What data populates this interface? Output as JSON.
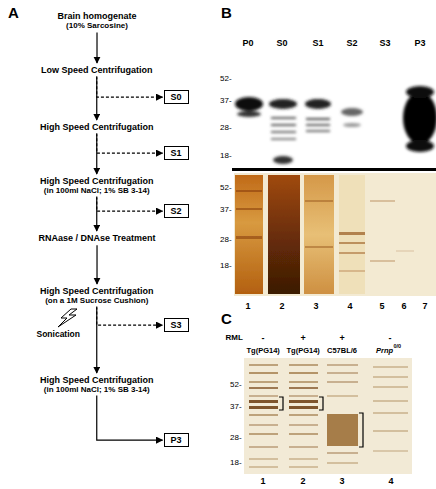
{
  "diagram": {
    "nodes": [
      {
        "text": [
          "Brain homogenate",
          "(10% Sarcosine)"
        ]
      },
      {
        "text": [
          "Low Speed Centrifugation"
        ]
      },
      {
        "text": [
          "S0"
        ]
      },
      {
        "text": [
          "High Speed Centrifugation"
        ]
      },
      {
        "text": [
          "S1"
        ]
      },
      {
        "text": [
          "High Speed Centrifugation",
          "(in 100ml NaCl; 1% SB 3-14)"
        ]
      },
      {
        "text": [
          "S2"
        ]
      },
      {
        "text": [
          "RNAase / DNAse Treatment"
        ]
      },
      {
        "text": [
          "High Speed Centrifugation",
          "(on a 1M Sucrose Cushion)"
        ]
      },
      {
        "text": [
          "S3"
        ]
      },
      {
        "text": [
          "High Speed Centrifugation",
          "(in 100ml NaCl; 1% SB 3-14)"
        ]
      },
      {
        "text": [
          "P3"
        ]
      }
    ],
    "edges": [
      {
        "from": 0,
        "to": 1,
        "arrow": "to"
      },
      {
        "from": 1,
        "to": 3,
        "arrow": "to"
      },
      {
        "from": 1,
        "to": 2,
        "arrow": "to"
      },
      {
        "from": 3,
        "to": 5,
        "arrow": "to"
      },
      {
        "from": 3,
        "to": 4,
        "arrow": "to"
      },
      {
        "from": 5,
        "to": 7,
        "arrow": "to"
      },
      {
        "from": 5,
        "to": 6,
        "arrow": "to"
      },
      {
        "from": 7,
        "to": 8,
        "arrow": "to"
      },
      {
        "from": 8,
        "to": 10,
        "arrow": "to"
      },
      {
        "from": 8,
        "to": 9,
        "arrow": "to"
      },
      {
        "from": 10,
        "to": 11,
        "arrow": "to"
      }
    ],
    "labels": [
      "A",
      "B",
      "C",
      "Sonication",
      "P0",
      "S0",
      "S1",
      "S2",
      "S3",
      "P3",
      "52-",
      "37-",
      "28-",
      "18-",
      "52-",
      "37-",
      "28-",
      "18-",
      "1",
      "2",
      "3",
      "4",
      "5",
      "6",
      "7",
      "RML",
      "-",
      "+",
      "+",
      "-",
      "Tg(PG14)",
      "Tg(PG14)",
      "C57BL/6",
      "Prnp",
      "0/0",
      "52-",
      "37-",
      "28-",
      "18-",
      "1",
      "2",
      "3",
      "4"
    ]
  }
}
